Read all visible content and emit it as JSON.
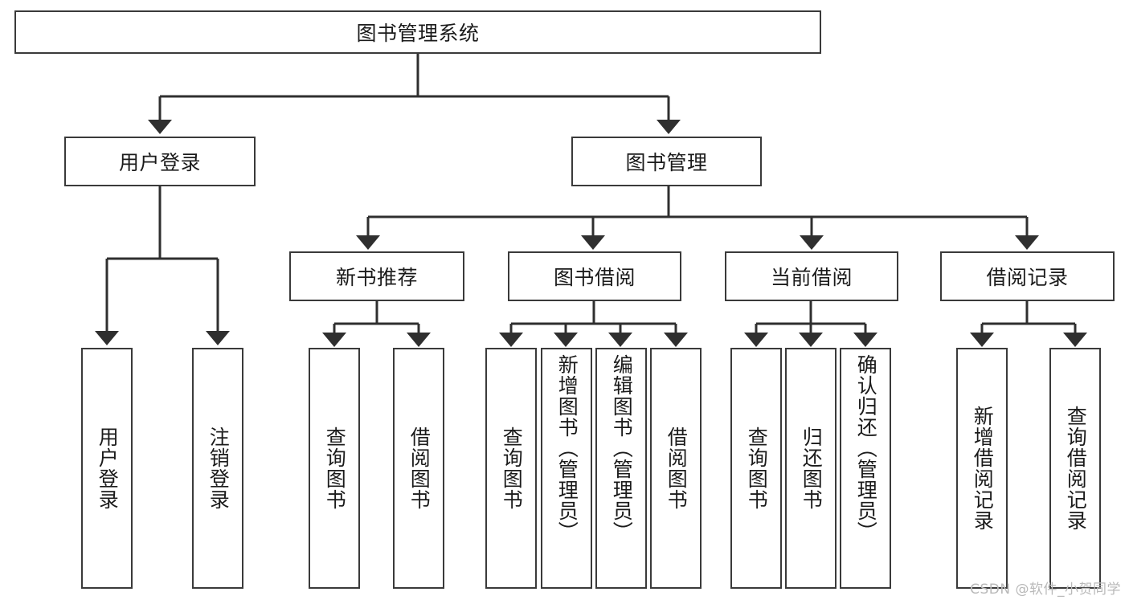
{
  "diagram": {
    "type": "tree-hierarchy-diagram",
    "title": "图书管理系统",
    "watermark": "CSDN @软件_小贺同学",
    "colors": {
      "box_border": "#3a3a3a",
      "box_fill": "#ffffff",
      "connector": "#2f2f2f",
      "text": "#1b1b1b",
      "watermark": "#b9b9b9",
      "background": "#ffffff"
    },
    "root": {
      "label": "图书管理系统"
    },
    "level2": [
      {
        "label": "用户登录"
      },
      {
        "label": "图书管理"
      }
    ],
    "level3": [
      {
        "label": "新书推荐"
      },
      {
        "label": "图书借阅"
      },
      {
        "label": "当前借阅"
      },
      {
        "label": "借阅记录"
      }
    ],
    "leaves": {
      "user_login": [
        {
          "label": "用户登录"
        },
        {
          "label": "注销登录"
        }
      ],
      "new_book_recommend": [
        {
          "label": "查询图书"
        },
        {
          "label": "借阅图书"
        }
      ],
      "book_borrow": [
        {
          "label": "查询图书"
        },
        {
          "label": "新增图书（管理员）"
        },
        {
          "label": "编辑图书（管理员）"
        },
        {
          "label": "借阅图书"
        }
      ],
      "current_borrow": [
        {
          "label": "查询图书"
        },
        {
          "label": "归还图书"
        },
        {
          "label": "确认归还（管理员）"
        }
      ],
      "borrow_record": [
        {
          "label": "新增借阅记录"
        },
        {
          "label": "查询借阅记录"
        }
      ]
    }
  }
}
